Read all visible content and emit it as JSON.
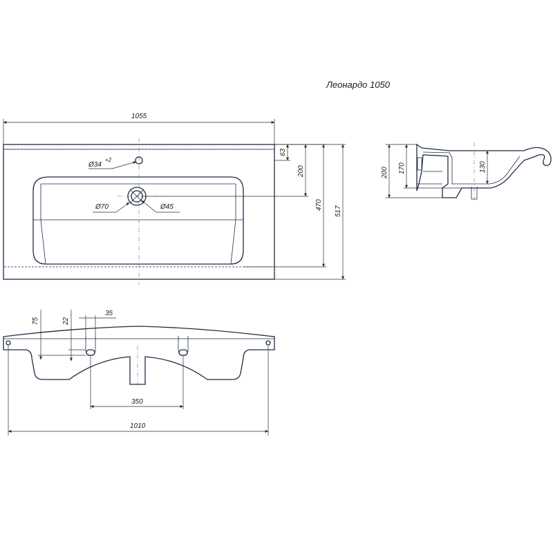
{
  "title": "Леонардо 1050",
  "top_view": {
    "overall_width": "1055",
    "depth_total": "517",
    "depth_bowl": "470",
    "depth_tap": "200",
    "back_edge": "63",
    "tap_hole": "Ø34",
    "tap_hole_tolerance": "+2",
    "drain_outer": "Ø70",
    "drain_inner": "Ø45"
  },
  "section_view": {
    "height": "200",
    "rim_height": "170",
    "bowl_depth": "130"
  },
  "front_view": {
    "offset_1": "75",
    "offset_2": "22",
    "slot_width": "35",
    "bracket_spacing": "350",
    "mount_width": "1010"
  }
}
